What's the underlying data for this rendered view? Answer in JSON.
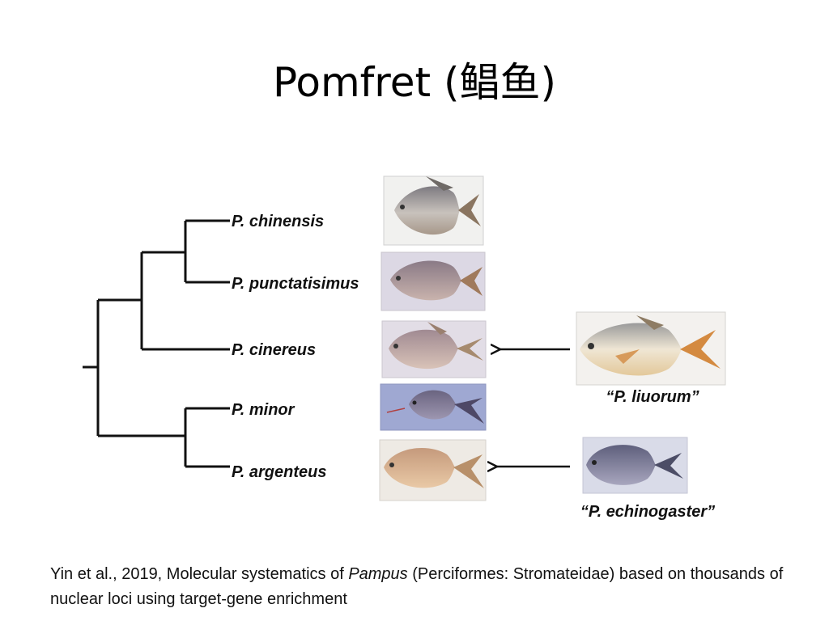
{
  "title": "Pomfret (鲳鱼)",
  "species": [
    {
      "name": "P. chinensis"
    },
    {
      "name": "P. punctatisimus"
    },
    {
      "name": "P. cinereus"
    },
    {
      "name": "P. minor"
    },
    {
      "name": "P. argenteus"
    }
  ],
  "synonyms": [
    {
      "name": "“P. liuorum”",
      "points_to": "P. cinereus"
    },
    {
      "name": "“P. echinogaster”",
      "points_to": "P. argenteus"
    }
  ],
  "caption": {
    "prefix": "Yin et al., 2019, Molecular systematics of ",
    "genus": "Pampus",
    "suffix": " (Perciformes: Stromateidae) based on thousands of nuclear loci using target-gene enrichment"
  }
}
